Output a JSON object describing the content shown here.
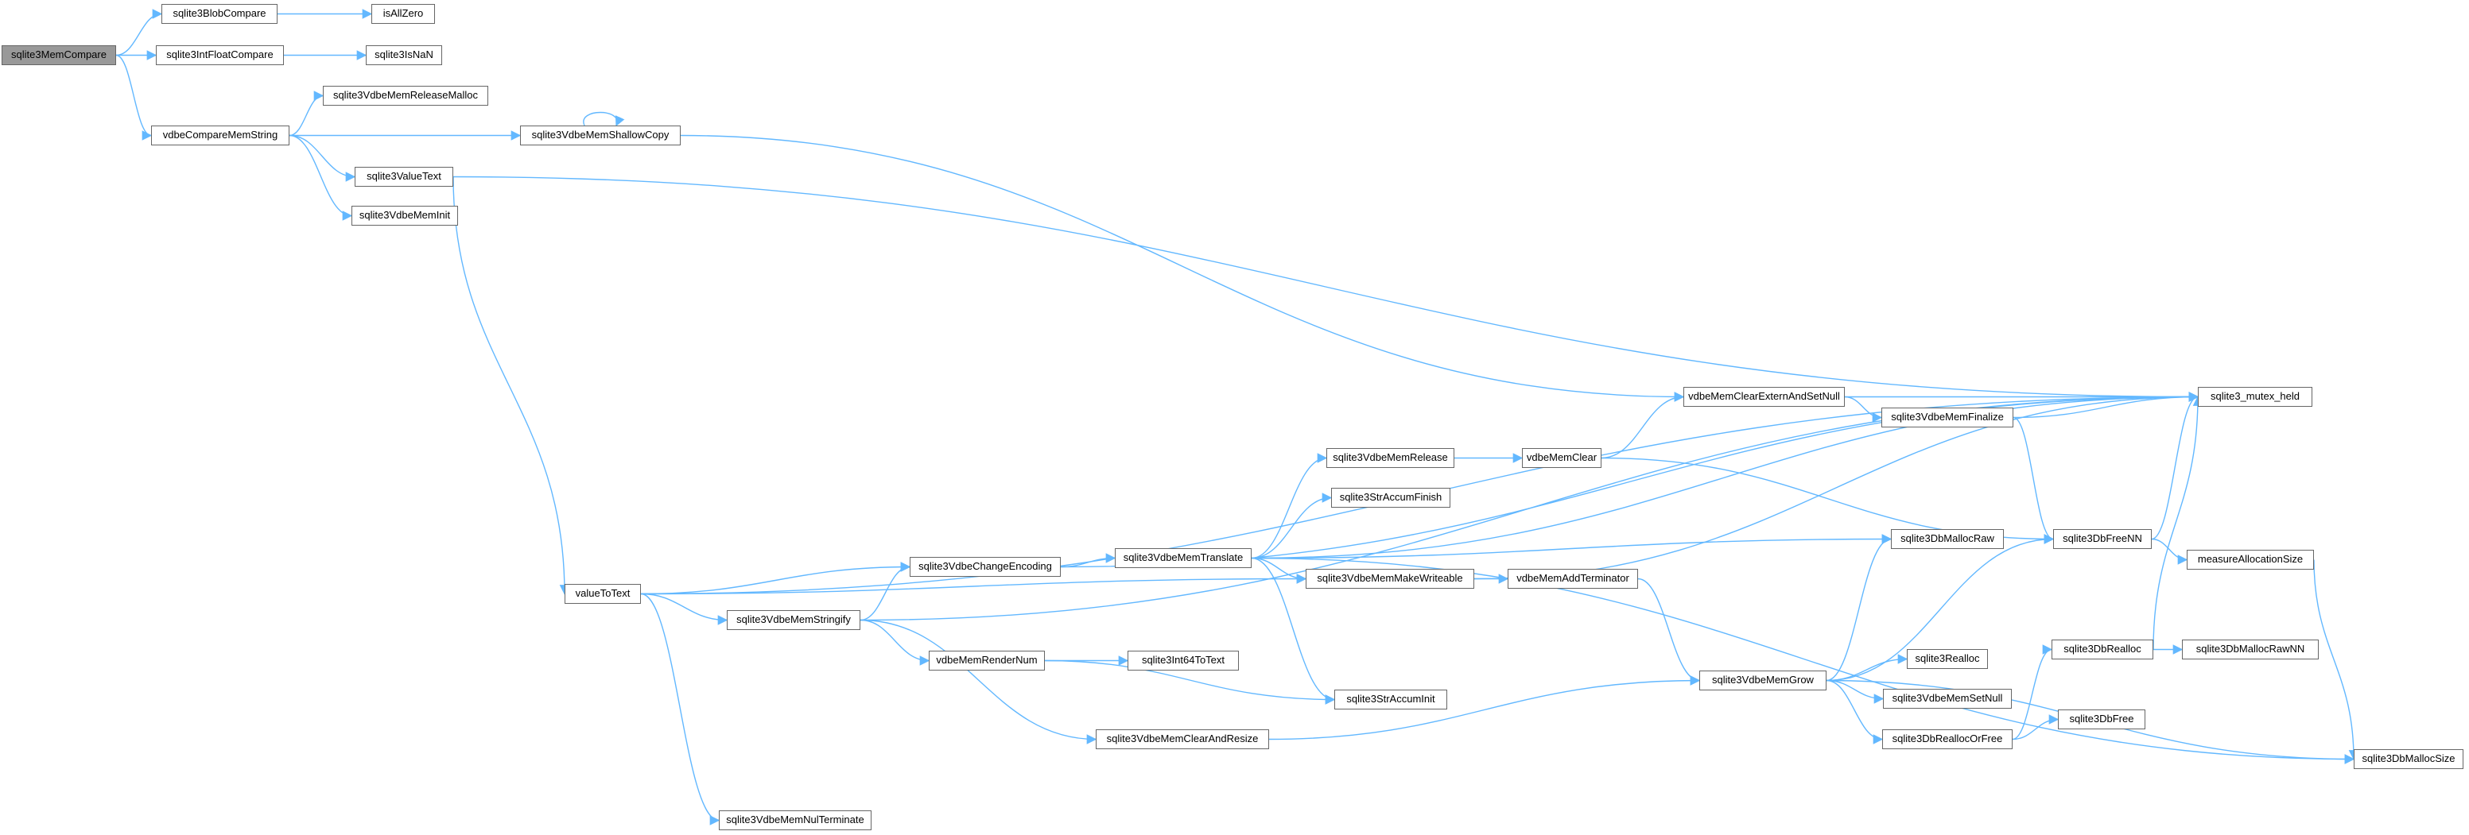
{
  "graph": {
    "root": "sqlite3MemCompare",
    "edge_color": "#63b8ff",
    "node_border_color": "#666666",
    "root_fill_color": "#999999",
    "nodes": [
      "sqlite3MemCompare",
      "sqlite3BlobCompare",
      "isAllZero",
      "sqlite3IntFloatCompare",
      "sqlite3IsNaN",
      "vdbeCompareMemString",
      "sqlite3VdbeMemReleaseMalloc",
      "sqlite3VdbeMemShallowCopy",
      "sqlite3ValueText",
      "sqlite3VdbeMemInit",
      "valueToText",
      "sqlite3_mutex_held",
      "vdbeMemClearExternAndSetNull",
      "sqlite3VdbeMemFinalize",
      "sqlite3VdbeMemRelease",
      "vdbeMemClear",
      "sqlite3StrAccumFinish",
      "sqlite3VdbeChangeEncoding",
      "sqlite3VdbeMemTranslate",
      "sqlite3DbMallocRaw",
      "sqlite3DbFreeNN",
      "sqlite3VdbeMemMakeWriteable",
      "vdbeMemAddTerminator",
      "measureAllocationSize",
      "sqlite3VdbeMemStringify",
      "vdbeMemRenderNum",
      "sqlite3Int64ToText",
      "sqlite3StrAccumInit",
      "sqlite3DbRealloc",
      "sqlite3DbMallocRawNN",
      "sqlite3Realloc",
      "sqlite3VdbeMemGrow",
      "sqlite3VdbeMemSetNull",
      "sqlite3VdbeMemClearAndResize",
      "sqlite3DbReallocOrFree",
      "sqlite3DbFree",
      "sqlite3DbMallocSize",
      "sqlite3VdbeMemNulTerminate"
    ],
    "edges": [
      [
        "sqlite3MemCompare",
        "sqlite3BlobCompare"
      ],
      [
        "sqlite3MemCompare",
        "sqlite3IntFloatCompare"
      ],
      [
        "sqlite3MemCompare",
        "vdbeCompareMemString"
      ],
      [
        "sqlite3BlobCompare",
        "isAllZero"
      ],
      [
        "sqlite3IntFloatCompare",
        "sqlite3IsNaN"
      ],
      [
        "vdbeCompareMemString",
        "sqlite3VdbeMemReleaseMalloc"
      ],
      [
        "vdbeCompareMemString",
        "sqlite3VdbeMemShallowCopy"
      ],
      [
        "vdbeCompareMemString",
        "sqlite3ValueText"
      ],
      [
        "vdbeCompareMemString",
        "sqlite3VdbeMemInit"
      ],
      [
        "sqlite3VdbeMemShallowCopy",
        "sqlite3VdbeMemShallowCopy"
      ],
      [
        "sqlite3VdbeMemShallowCopy",
        "vdbeMemClearExternAndSetNull"
      ],
      [
        "sqlite3ValueText",
        "sqlite3_mutex_held"
      ],
      [
        "sqlite3ValueText",
        "valueToText"
      ],
      [
        "valueToText",
        "sqlite3_mutex_held"
      ],
      [
        "valueToText",
        "sqlite3VdbeChangeEncoding"
      ],
      [
        "valueToText",
        "sqlite3VdbeMemStringify"
      ],
      [
        "valueToText",
        "sqlite3VdbeMemMakeWriteable"
      ],
      [
        "valueToText",
        "sqlite3VdbeMemNulTerminate"
      ],
      [
        "sqlite3VdbeChangeEncoding",
        "sqlite3_mutex_held"
      ],
      [
        "sqlite3VdbeChangeEncoding",
        "sqlite3VdbeMemTranslate"
      ],
      [
        "sqlite3VdbeMemTranslate",
        "sqlite3_mutex_held"
      ],
      [
        "sqlite3VdbeMemTranslate",
        "sqlite3VdbeMemRelease"
      ],
      [
        "sqlite3VdbeMemTranslate",
        "sqlite3StrAccumFinish"
      ],
      [
        "sqlite3VdbeMemTranslate",
        "sqlite3DbMallocRaw"
      ],
      [
        "sqlite3VdbeMemTranslate",
        "sqlite3VdbeMemMakeWriteable"
      ],
      [
        "sqlite3VdbeMemTranslate",
        "sqlite3StrAccumInit"
      ],
      [
        "sqlite3VdbeMemTranslate",
        "sqlite3DbMallocSize"
      ],
      [
        "sqlite3VdbeMemRelease",
        "vdbeMemClear"
      ],
      [
        "vdbeMemClear",
        "vdbeMemClearExternAndSetNull"
      ],
      [
        "vdbeMemClear",
        "sqlite3DbFreeNN"
      ],
      [
        "vdbeMemClearExternAndSetNull",
        "sqlite3_mutex_held"
      ],
      [
        "vdbeMemClearExternAndSetNull",
        "sqlite3VdbeMemFinalize"
      ],
      [
        "sqlite3VdbeMemFinalize",
        "sqlite3_mutex_held"
      ],
      [
        "sqlite3VdbeMemFinalize",
        "sqlite3DbFreeNN"
      ],
      [
        "sqlite3DbFreeNN",
        "sqlite3_mutex_held"
      ],
      [
        "sqlite3DbFreeNN",
        "measureAllocationSize"
      ],
      [
        "measureAllocationSize",
        "sqlite3DbMallocSize"
      ],
      [
        "sqlite3VdbeMemMakeWriteable",
        "sqlite3_mutex_held"
      ],
      [
        "sqlite3VdbeMemMakeWriteable",
        "vdbeMemAddTerminator"
      ],
      [
        "vdbeMemAddTerminator",
        "sqlite3VdbeMemGrow"
      ],
      [
        "sqlite3VdbeMemStringify",
        "sqlite3VdbeChangeEncoding"
      ],
      [
        "sqlite3VdbeMemStringify",
        "sqlite3_mutex_held"
      ],
      [
        "sqlite3VdbeMemStringify",
        "vdbeMemRenderNum"
      ],
      [
        "sqlite3VdbeMemStringify",
        "sqlite3VdbeMemClearAndResize"
      ],
      [
        "vdbeMemRenderNum",
        "sqlite3Int64ToText"
      ],
      [
        "vdbeMemRenderNum",
        "sqlite3StrAccumInit"
      ],
      [
        "sqlite3VdbeMemClearAndResize",
        "sqlite3VdbeMemGrow"
      ],
      [
        "sqlite3VdbeMemGrow",
        "sqlite3DbMallocRaw"
      ],
      [
        "sqlite3VdbeMemGrow",
        "sqlite3DbFreeNN"
      ],
      [
        "sqlite3VdbeMemGrow",
        "sqlite3Realloc"
      ],
      [
        "sqlite3VdbeMemGrow",
        "sqlite3VdbeMemSetNull"
      ],
      [
        "sqlite3VdbeMemGrow",
        "sqlite3DbReallocOrFree"
      ],
      [
        "sqlite3VdbeMemGrow",
        "sqlite3DbMallocSize"
      ],
      [
        "sqlite3DbReallocOrFree",
        "sqlite3DbRealloc"
      ],
      [
        "sqlite3DbReallocOrFree",
        "sqlite3DbFree"
      ],
      [
        "sqlite3DbRealloc",
        "sqlite3_mutex_held"
      ],
      [
        "sqlite3DbRealloc",
        "sqlite3DbMallocRawNN"
      ]
    ]
  }
}
